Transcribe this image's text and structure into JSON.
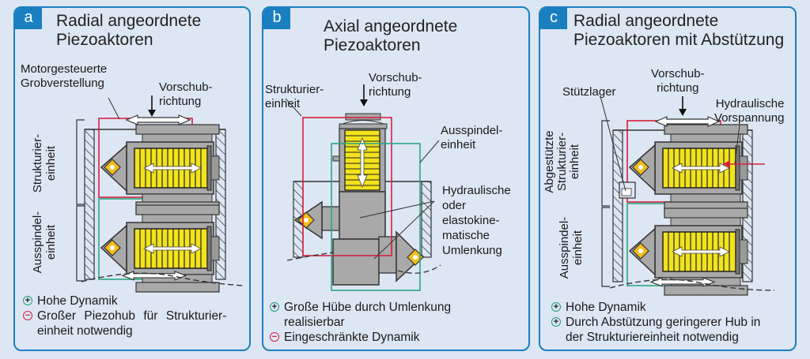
{
  "colors": {
    "frame": "#1a7fc1",
    "background": "#dde6f3",
    "strukturier_box": "#d6203e",
    "ausspindel_box": "#2aa883",
    "piezo": "#f2e31b",
    "body_gray": "#a9a9a9",
    "diamond": "#f2bc1b"
  },
  "panels": [
    {
      "badge": "a",
      "title_line1": "Radial angeordnete",
      "title_line2": "Piezoaktoren",
      "labels": {
        "grob_line1": "Motorgesteuerte",
        "grob_line2": "Grobverstellung",
        "vorschub_line1": "Vorschub-",
        "vorschub_line2": "richtung",
        "strukt_line1": "Strukturier-",
        "strukt_line2": "einheit",
        "ausspindel_line1": "Ausspindel-",
        "ausspindel_line2": "einheit"
      },
      "bullets": [
        {
          "type": "plus",
          "icon": "plus-circle-icon",
          "text": "Hohe Dynamik"
        },
        {
          "type": "minus",
          "icon": "minus-circle-icon",
          "text": "Großer Piezohub für Strukturier-einheit notwendig",
          "line1": "Großer Piezohub für Strukturier-",
          "line2": "einheit notwendig"
        }
      ]
    },
    {
      "badge": "b",
      "title_line1": "Axial angeordnete",
      "title_line2": "Piezoaktoren",
      "labels": {
        "strukt_line1": "Strukturier-",
        "strukt_line2": "einheit",
        "vorschub_line1": "Vorschub-",
        "vorschub_line2": "richtung",
        "ausspindel_line1": "Ausspindel-",
        "ausspindel_line2": "einheit",
        "umlenk_line1": "Hydraulische",
        "umlenk_line2": "oder",
        "umlenk_line3": "elastokine-",
        "umlenk_line4": "matische",
        "umlenk_line5": "Umlenkung"
      },
      "bullets": [
        {
          "type": "plus",
          "icon": "plus-circle-icon",
          "text": "Große Hübe durch Umlenkung realisierbar",
          "line1": "Große Hübe durch Umlenkung",
          "line2": "realisierbar"
        },
        {
          "type": "minus",
          "icon": "minus-circle-icon",
          "text": "Eingeschränkte Dynamik"
        }
      ]
    },
    {
      "badge": "c",
      "title_line1": "Radial angeordnete",
      "title_line2": "Piezoaktoren mit Abstützung",
      "labels": {
        "stuetz": "Stützlager",
        "vorschub_line1": "Vorschub-",
        "vorschub_line2": "richtung",
        "hydr_line1": "Hydraulische",
        "hydr_line2": "Vorspannung",
        "abg_line1": "Abgestützte",
        "abg_line2": "Strukturier-",
        "abg_line3": "einheit",
        "ausspindel_line1": "Ausspindel-",
        "ausspindel_line2": "einheit"
      },
      "bullets": [
        {
          "type": "plus",
          "icon": "plus-circle-icon",
          "text": "Hohe Dynamik"
        },
        {
          "type": "plus",
          "icon": "plus-circle-icon",
          "text": "Durch Abstützung geringerer Hub in der Struktureinheit notwendig",
          "line1": "Durch Abstützung geringerer Hub in",
          "line2": "der Strukturiereinheit notwendig"
        }
      ]
    }
  ]
}
